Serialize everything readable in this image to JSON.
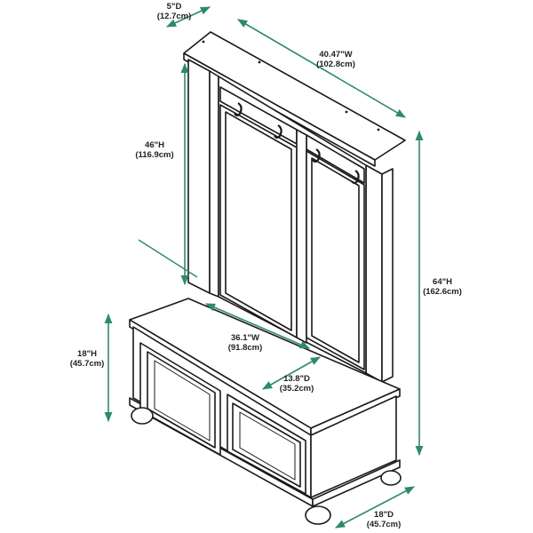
{
  "colors": {
    "dimension_line": "#2e8b6a",
    "furniture_outline": "#1a1a1a",
    "furniture_fill": "#ffffff",
    "label_text": "#222222"
  },
  "dimensions": {
    "depth_top": {
      "primary": "5\"D",
      "secondary": "(12.7cm)"
    },
    "width_top": {
      "primary": "40.47\"W",
      "secondary": "(102.8cm)"
    },
    "height_back": {
      "primary": "46\"H",
      "secondary": "(116.9cm)"
    },
    "height_total": {
      "primary": "64\"H",
      "secondary": "(162.6cm)"
    },
    "height_bench": {
      "primary": "18\"H",
      "secondary": "(45.7cm)"
    },
    "width_seat": {
      "primary": "36.1\"W",
      "secondary": "(91.8cm)"
    },
    "depth_seat": {
      "primary": "13.8\"D",
      "secondary": "(35.2cm)"
    },
    "depth_bench": {
      "primary": "18\"D",
      "secondary": "(45.7cm)"
    }
  }
}
